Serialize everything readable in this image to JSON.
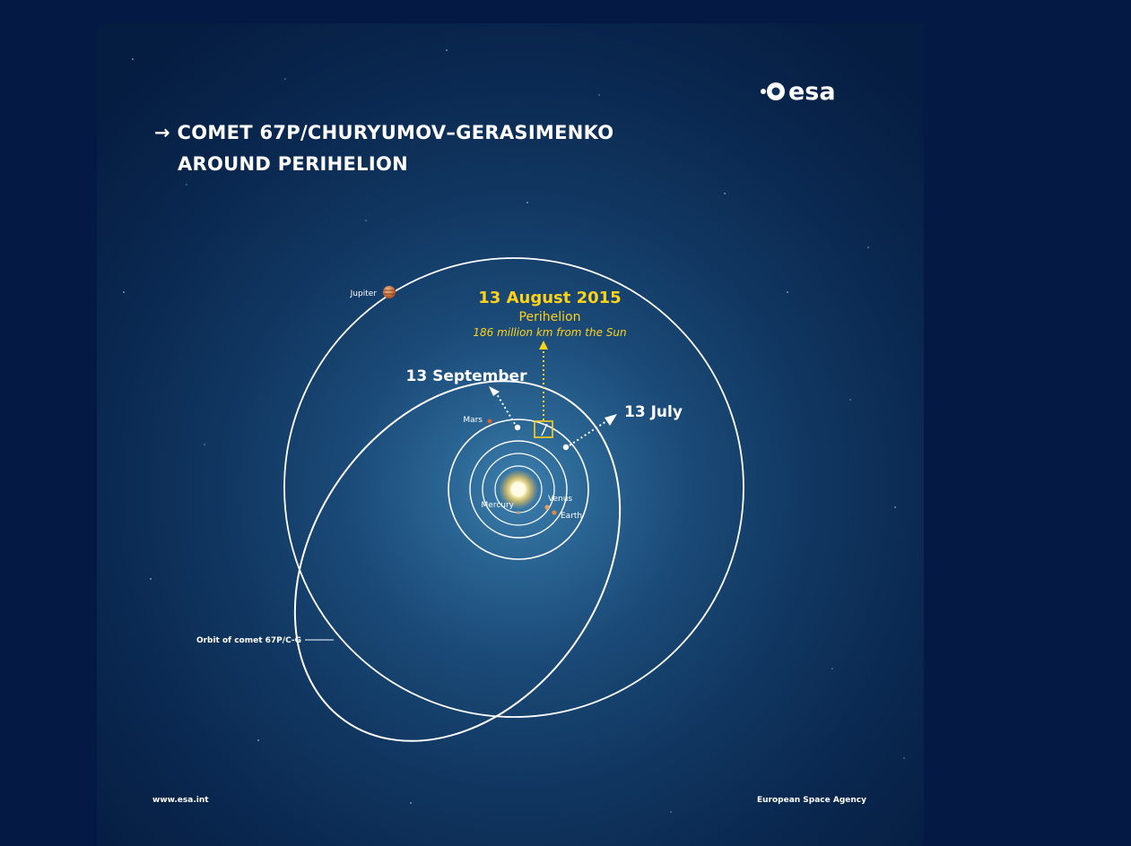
{
  "header": {
    "title_line1": "→ COMET 67P/CHURYUMOV–GERASIMENKO",
    "title_line2": "AROUND PERIHELION",
    "logo_text": "esa"
  },
  "diagram": {
    "perihelion": {
      "date": "13 August 2015",
      "label": "Perihelion",
      "distance": "186 million km from the Sun"
    },
    "positions": {
      "september": "13 September",
      "july": "13 July"
    },
    "planets": {
      "jupiter": "Jupiter",
      "mars": "Mars",
      "mercury": "Mercury",
      "venus": "Venus",
      "earth": "Earth"
    },
    "orbit_label": "Orbit of comet 67P/C-G"
  },
  "footer": {
    "left": "www.esa.int",
    "right": "European Space Agency"
  },
  "colors": {
    "highlight": "#ffd21a",
    "orbit": "#ffffff",
    "background": "#041a44"
  }
}
